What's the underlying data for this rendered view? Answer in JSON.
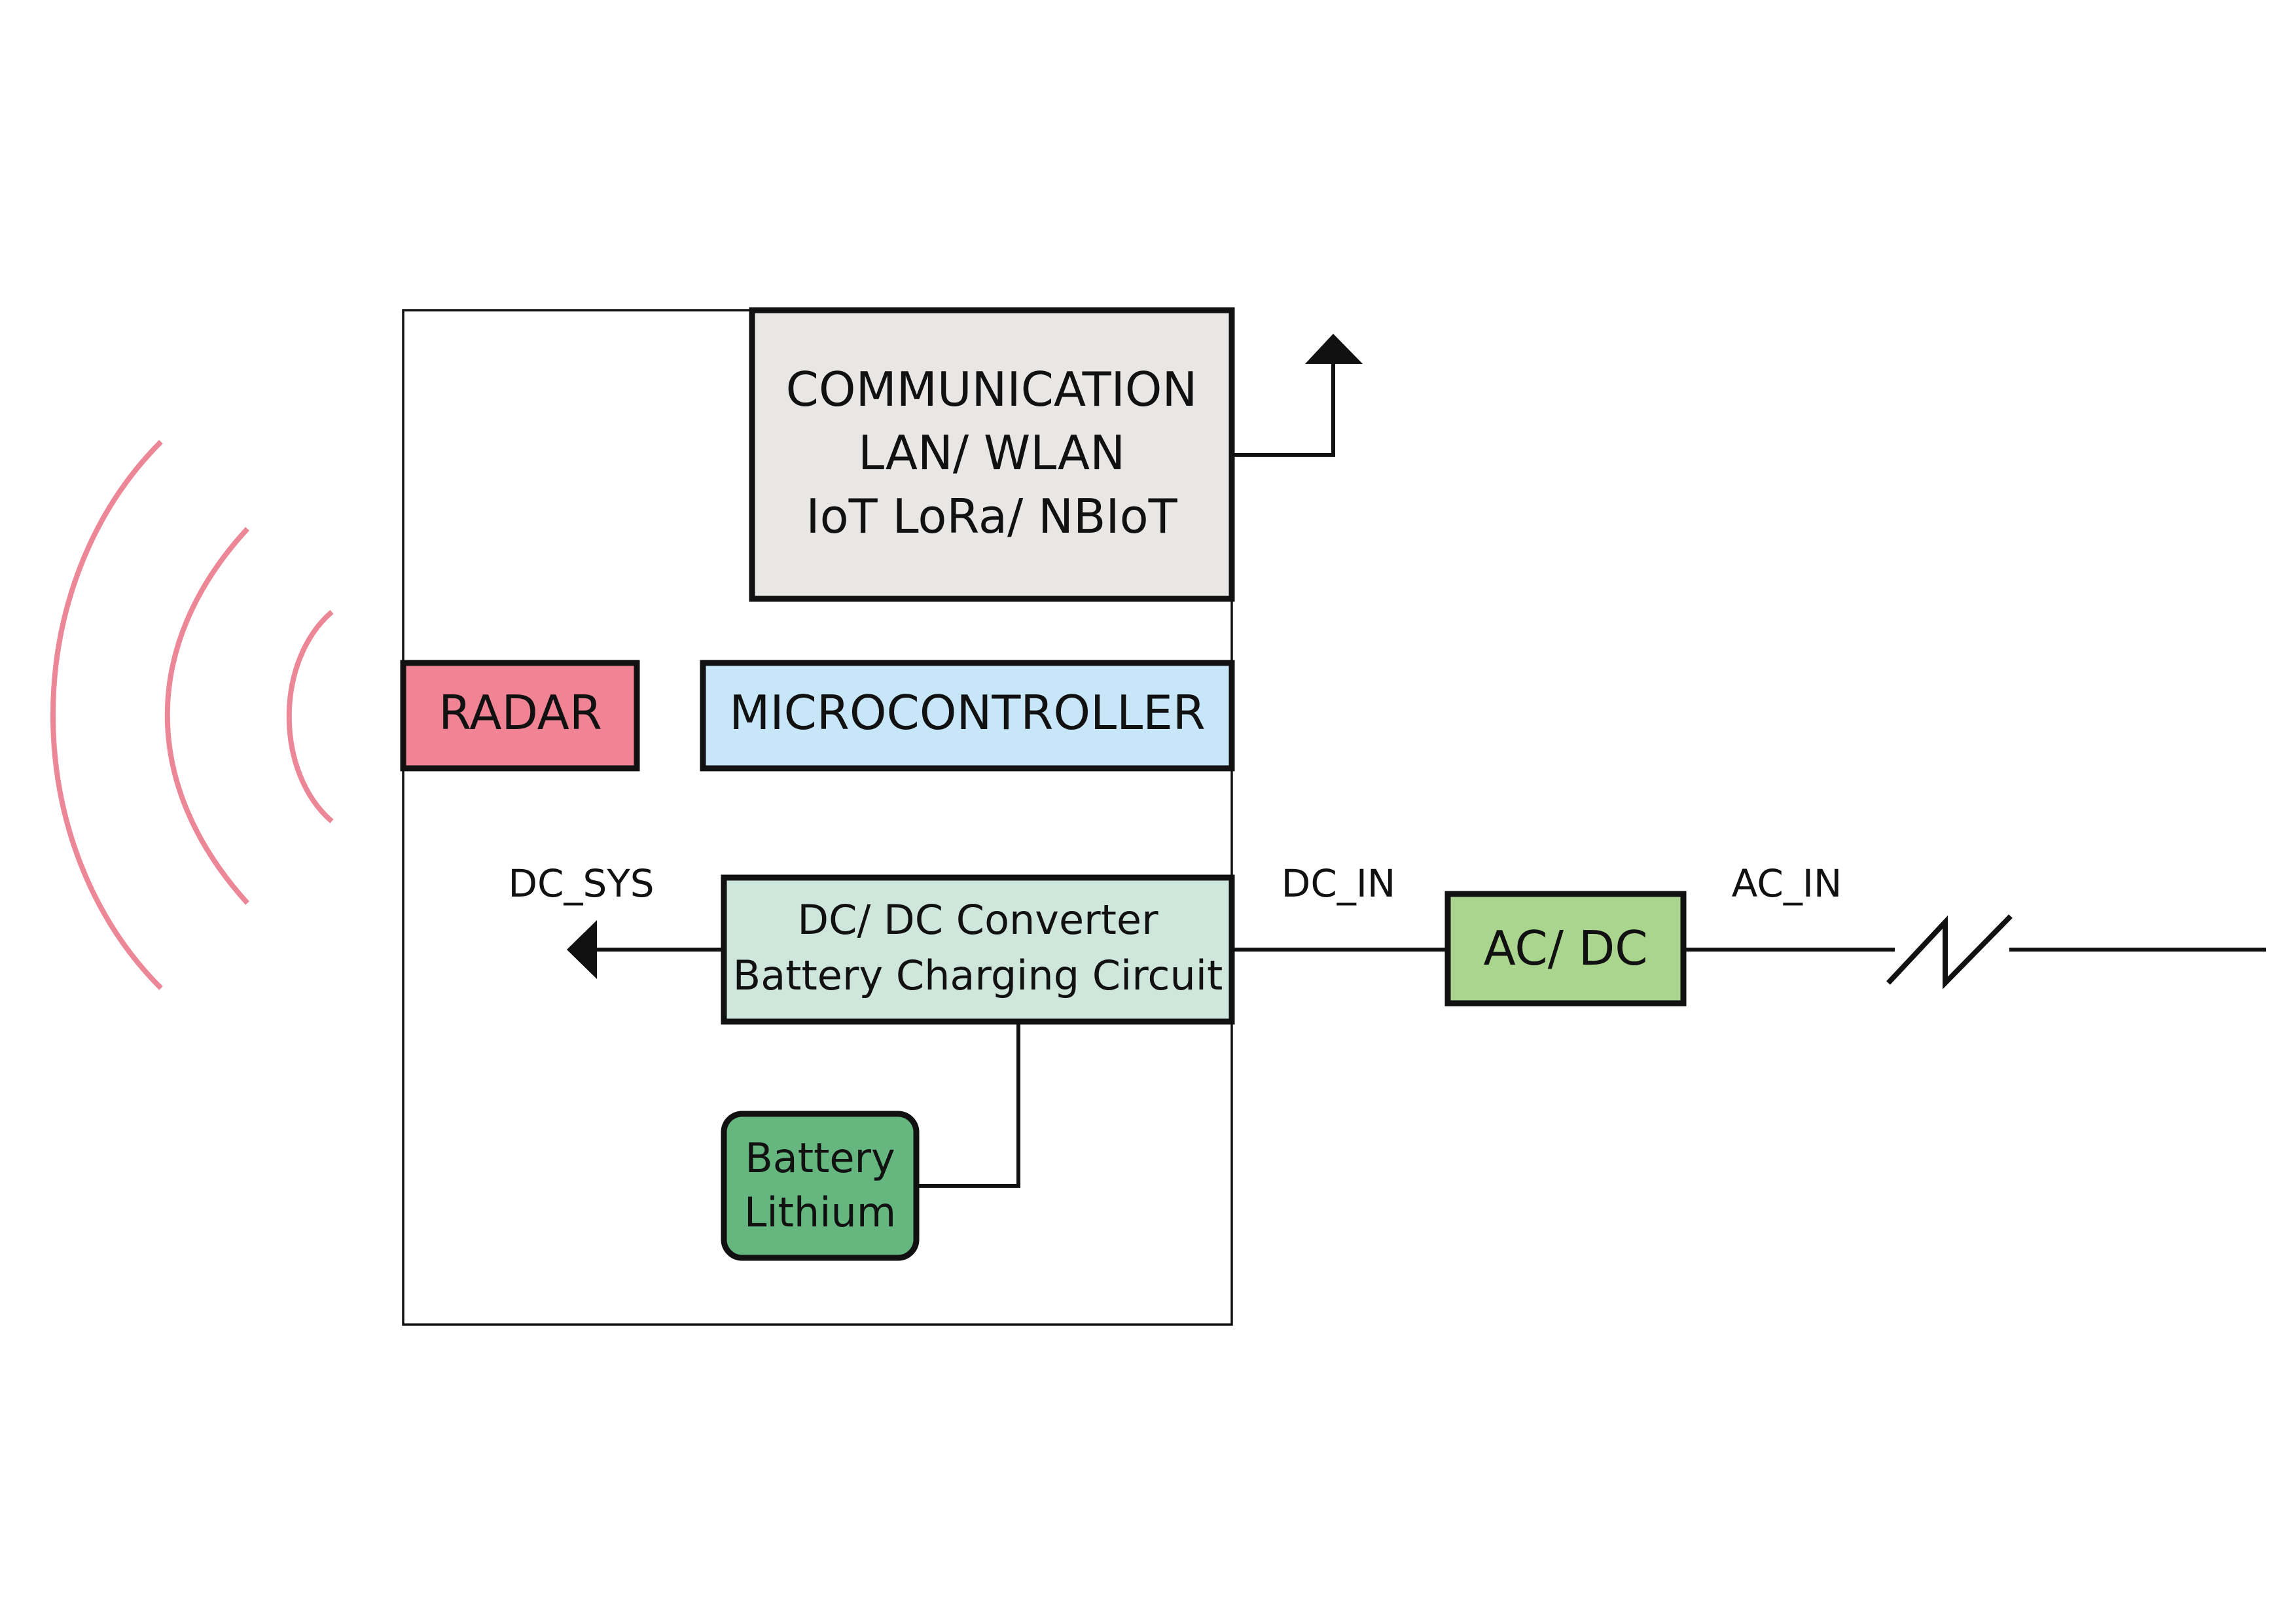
{
  "colors": {
    "radar_fill": "#f08394",
    "microcontroller_fill": "#c7e6f7",
    "communication_fill": "#e8e7e5",
    "converter_fill": "#cfe6dd",
    "battery_fill": "#66b680",
    "acdc_fill": "#aad58e",
    "wave_stroke": "#ec8797",
    "line_stroke": "#111111"
  },
  "blocks": {
    "communication": {
      "line1": "COMMUNICATION",
      "line2": "LAN/ WLAN",
      "line3": "IoT LoRa/ NBIoT"
    },
    "radar": {
      "label": "RADAR"
    },
    "microcontroller": {
      "label": "MICROCONTROLLER"
    },
    "converter": {
      "line1": "DC/ DC Converter",
      "line2": "Battery Charging Circuit"
    },
    "battery": {
      "line1": "Battery",
      "line2": "Lithium"
    },
    "acdc": {
      "label": "AC/ DC"
    }
  },
  "signals": {
    "dc_sys": "DC_SYS",
    "dc_in": "DC_IN",
    "ac_in": "AC_IN"
  },
  "icons": {
    "radar_waves": "radar-waves-icon",
    "antenna": "antenna-arrow-icon",
    "output_arrow": "dc-sys-arrow-icon",
    "ac_break": "ac-line-break-icon"
  }
}
